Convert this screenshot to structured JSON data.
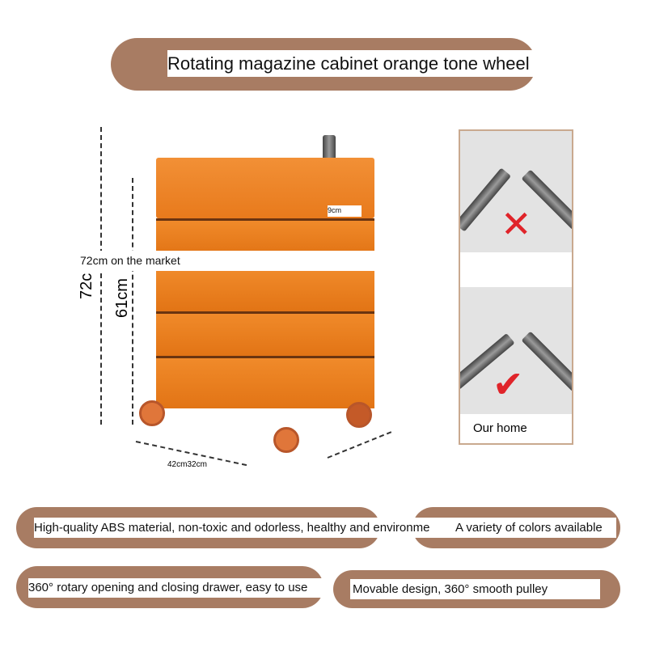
{
  "title": "Rotating magazine cabinet orange tone wheel",
  "dimensions": {
    "total_height": "72c",
    "body_height": "61cm",
    "drawer_label": "9cm",
    "market_note": "72cm on the market",
    "base": "42cm32cm"
  },
  "comparison": {
    "good_label": "Our home"
  },
  "features": [
    "High-quality ABS material, non-toxic and odorless, healthy and environme",
    "A variety of colors available",
    "360° rotary opening and closing drawer, easy to use",
    "Movable design, 360° smooth pulley"
  ],
  "colors": {
    "pill": "#a87c63",
    "cabinet": "#e97d1e",
    "cross": "#e0242a"
  }
}
